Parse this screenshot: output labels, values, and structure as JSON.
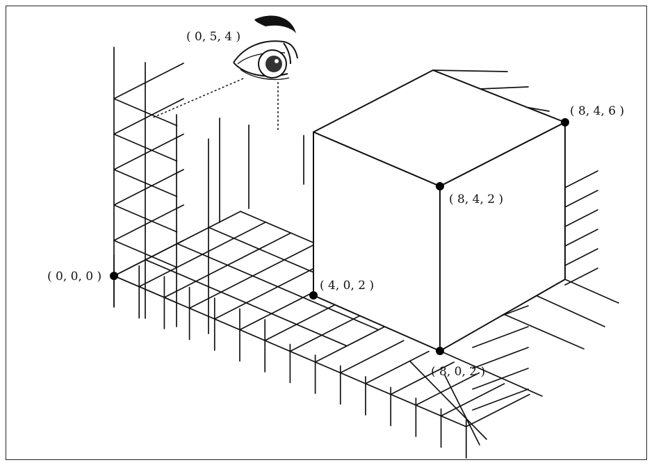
{
  "points": [
    {
      "id": "origin",
      "label": "( 0, 0, 0 )"
    },
    {
      "id": "p402",
      "label": "( 4, 0, 2 )"
    },
    {
      "id": "p802",
      "label": "( 8, 0, 2 )"
    },
    {
      "id": "p842",
      "label": "( 8, 4, 2 )"
    },
    {
      "id": "p846",
      "label": "( 8, 4, 6 )"
    },
    {
      "id": "eye",
      "label": "( 0, 5, 4 )"
    }
  ],
  "colors": {
    "line": "#111111",
    "background": "#ffffff"
  },
  "icons": {
    "viewer": "eye-icon"
  }
}
